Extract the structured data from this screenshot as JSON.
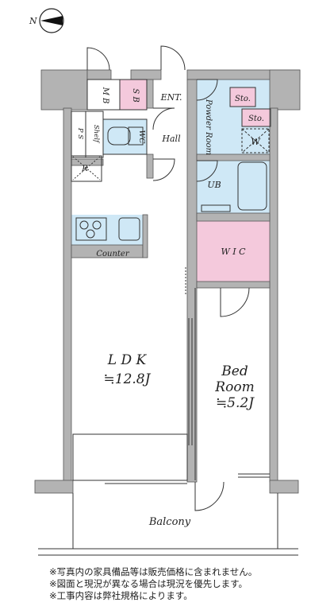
{
  "compass": {
    "label": "N"
  },
  "rooms": {
    "mb": "M B",
    "sb": "S B",
    "ent": "ENT.",
    "powder_room": "Powder Room",
    "sto1": "Sto.",
    "sto2": "Sto.",
    "washer": "W",
    "ps": "P S",
    "shelf": "Shelf",
    "wc": "WC",
    "hall": "Hall",
    "refrigerator": "R",
    "ub": "UB",
    "wic": "W I C",
    "counter": "Counter",
    "ldk_name": "L D K",
    "ldk_size": "≒12.8J",
    "bed_line1": "Bed",
    "bed_line2": "Room",
    "bed_size": "≒5.2J",
    "balcony": "Balcony"
  },
  "notes": [
    "※写真内の家具備品等は販売価格に含まれません。",
    "※図面と現況が異なる場合は現況を優先します。",
    "※工事内容は弊社規格によります。"
  ],
  "colors": {
    "wall": "#b3b3b3",
    "wet_area": "#cfe8f6",
    "storage": "#f4c9dc",
    "line": "#333333"
  }
}
